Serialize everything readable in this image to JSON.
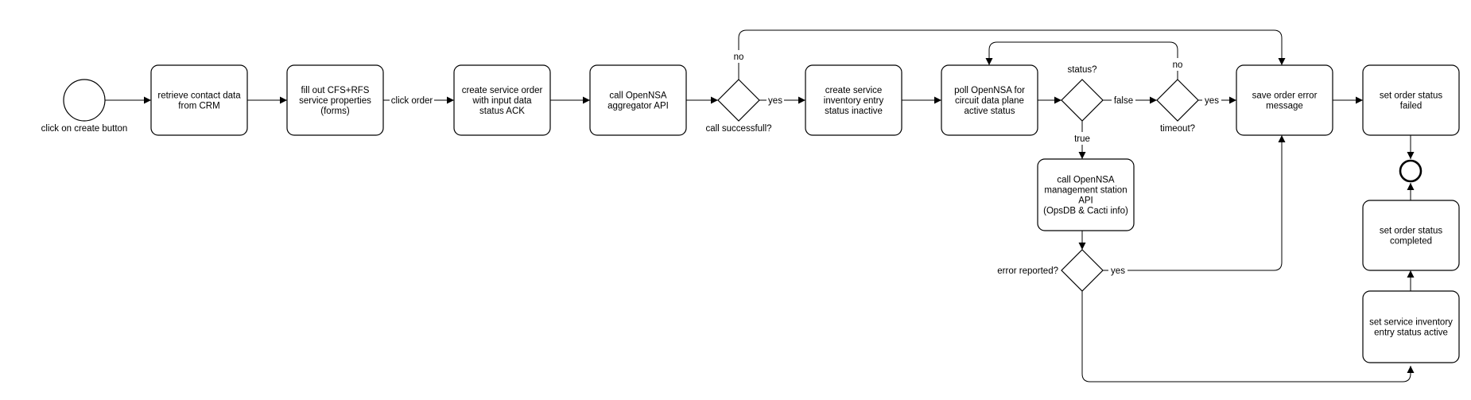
{
  "nodes": {
    "start": {
      "label": "click on create button"
    },
    "retrieve": {
      "lines": [
        "retrieve contact data",
        "from CRM"
      ]
    },
    "fill": {
      "lines": [
        "fill out CFS+RFS",
        "service properties",
        "(forms)"
      ]
    },
    "create_order": {
      "lines": [
        "create service order",
        "with input data",
        "status ACK"
      ]
    },
    "call_agg": {
      "lines": [
        "call OpenNSA",
        "aggregator API"
      ]
    },
    "gw_call": {
      "label": "call successfull?"
    },
    "create_inv": {
      "lines": [
        "create service",
        "inventory entry",
        "status inactive"
      ]
    },
    "poll": {
      "lines": [
        "poll OpenNSA for",
        "circuit data plane",
        "active status"
      ]
    },
    "gw_status": {
      "label": "status?"
    },
    "gw_timeout": {
      "label": "timeout?"
    },
    "save_error": {
      "lines": [
        "save order error",
        "message"
      ]
    },
    "set_failed": {
      "lines": [
        "set order status",
        "failed"
      ]
    },
    "call_mgmt": {
      "lines": [
        "call OpenNSA",
        "management station",
        "API",
        "(OpsDB & Cacti info)"
      ]
    },
    "gw_error": {
      "label": "error reported?"
    },
    "set_completed": {
      "lines": [
        "set order status",
        "completed"
      ]
    },
    "set_active": {
      "lines": [
        "set service inventory",
        "entry status active"
      ]
    }
  },
  "edges": {
    "click_order": "click order",
    "call_yes": "yes",
    "call_no": "no",
    "status_false": "false",
    "status_true": "true",
    "timeout_yes": "yes",
    "timeout_no": "no",
    "error_yes": "yes"
  }
}
